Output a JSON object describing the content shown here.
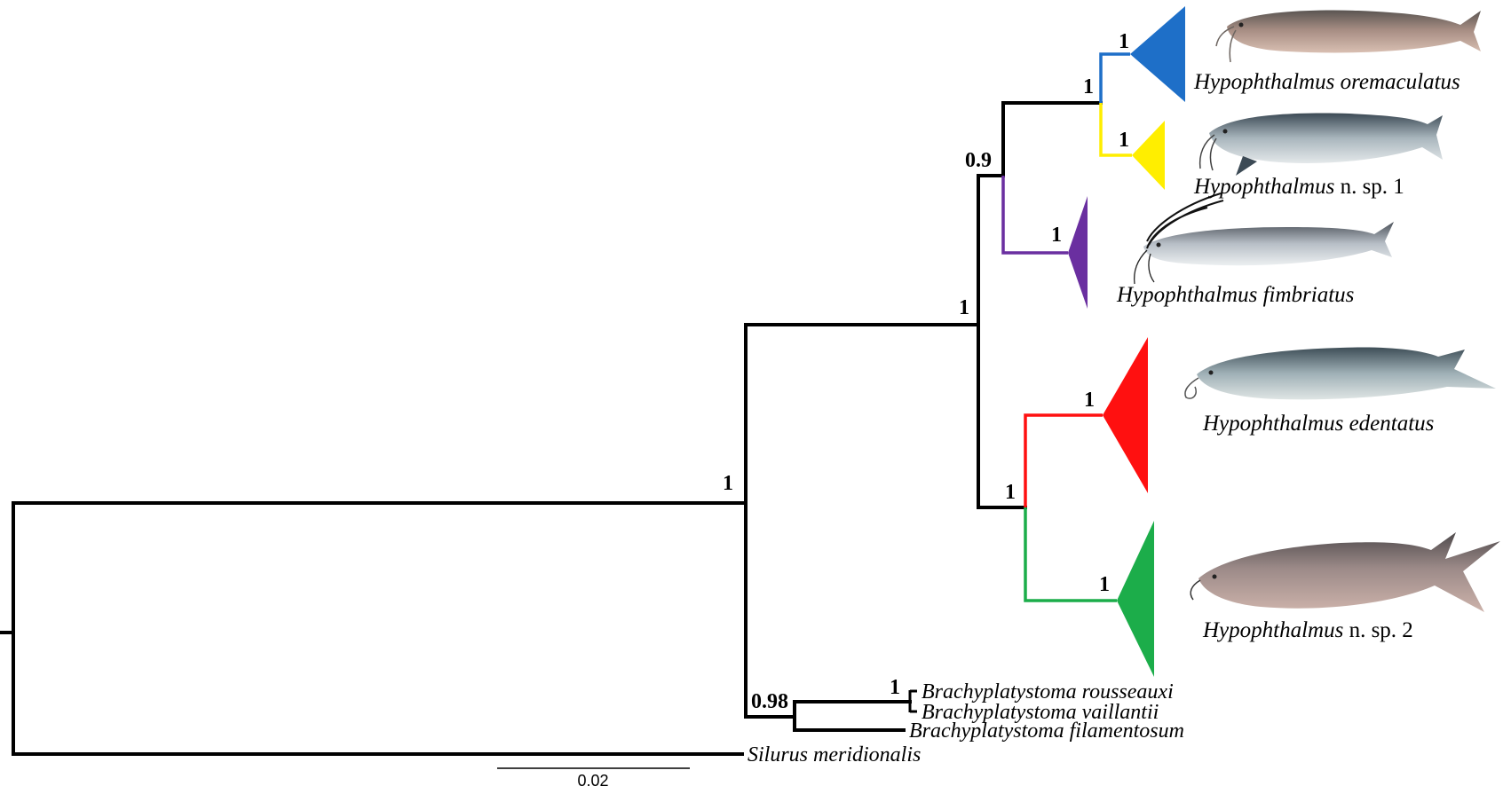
{
  "colors": {
    "branch": "#000000",
    "oremaculatus": "#1e6fc8",
    "n_sp_1": "#ffee00",
    "fimbriatus": "#6a2fa0",
    "edentatus": "#ff1010",
    "n_sp_2": "#1cad4a"
  },
  "support_values": {
    "root_ingroup": "1",
    "hypophthalmus_crown": "1",
    "clade_a": "0.9",
    "oremaculatus_nsp1": "1",
    "oremaculatus": "1",
    "n_sp_1": "1",
    "fimbriatus": "1",
    "clade_b": "1",
    "edentatus": "1",
    "n_sp_2": "1",
    "brachyplatystoma": "0.98",
    "rousseauxi_vaillantii": "1"
  },
  "taxa": {
    "oremaculatus": {
      "genus": "Hypophthalmus",
      "epithet": "oremaculatus",
      "image_icon": "catfish-photo"
    },
    "n_sp_1": {
      "genus": "Hypophthalmus",
      "epithet": "n. sp. 1",
      "image_icon": "catfish-photo"
    },
    "fimbriatus": {
      "genus": "Hypophthalmus",
      "epithet": "fimbriatus",
      "image_icon": "catfish-photo"
    },
    "edentatus": {
      "genus": "Hypophthalmus",
      "epithet": "edentatus",
      "image_icon": "catfish-photo"
    },
    "n_sp_2": {
      "genus": "Hypophthalmus",
      "epithet": "n. sp. 2",
      "image_icon": "catfish-photo"
    },
    "rousseauxi": "Brachyplatystoma rousseauxi",
    "vaillantii": "Brachyplatystoma vaillantii",
    "filamentosum": "Brachyplatystoma filamentosum",
    "meridionalis": "Silurus meridionalis"
  },
  "scale_bar": {
    "label": "0.02"
  }
}
